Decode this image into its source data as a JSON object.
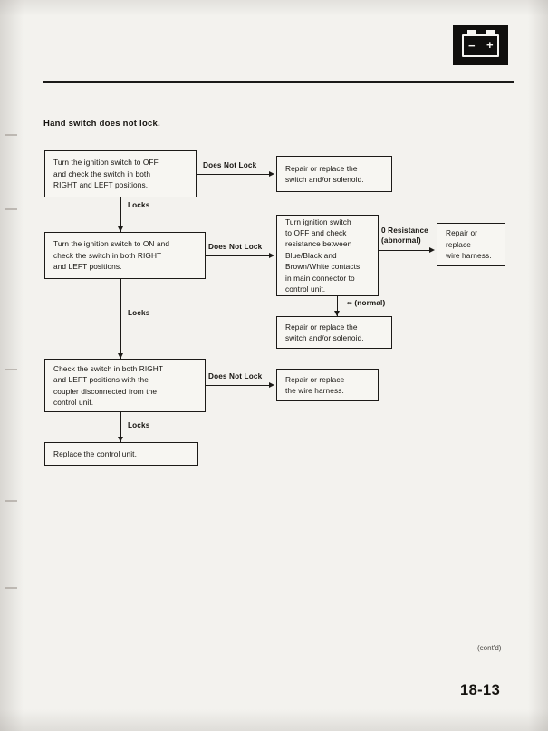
{
  "header": {
    "badge_icon": "battery-icon",
    "badge_negative": "−",
    "badge_positive": "+"
  },
  "chart_data": {
    "type": "diagram",
    "title": "Hand switch does not lock.",
    "nodes": [
      {
        "id": "step1",
        "text": "Turn the ignition switch to OFF\nand check the switch in both\nRIGHT and LEFT positions."
      },
      {
        "id": "out1",
        "text": "Repair or replace the\nswitch and/or solenoid."
      },
      {
        "id": "step2",
        "text": "Turn the ignition switch to ON and\ncheck the switch in both RIGHT\nand LEFT positions."
      },
      {
        "id": "resistance",
        "text": "Turn ignition switch\nto OFF and check\nresistance between\nBlue/Black and\nBrown/White contacts\nin main connector to\ncontrol unit."
      },
      {
        "id": "out2",
        "text": "Repair or\nreplace\nwire harness."
      },
      {
        "id": "out3",
        "text": "Repair or replace the\nswitch and/or solenoid."
      },
      {
        "id": "step3",
        "text": "Check the switch in both RIGHT\nand LEFT positions with the\ncoupler disconnected from the\ncontrol unit."
      },
      {
        "id": "out4",
        "text": "Repair or replace\nthe wire harness."
      },
      {
        "id": "final",
        "text": "Replace the control unit."
      }
    ],
    "edges": [
      {
        "id": "e1",
        "from": "step1",
        "to": "out1",
        "label": "Does Not Lock"
      },
      {
        "id": "e2",
        "from": "step1",
        "to": "step2",
        "label": "Locks"
      },
      {
        "id": "e3",
        "from": "step2",
        "to": "resistance",
        "label": "Does Not Lock"
      },
      {
        "id": "e4",
        "from": "resistance",
        "to": "out2",
        "label": "0 Resistance\n(abnormal)"
      },
      {
        "id": "e5",
        "from": "resistance",
        "to": "out3",
        "label": "∞ (normal)"
      },
      {
        "id": "e6",
        "from": "step2",
        "to": "step3",
        "label": "Locks"
      },
      {
        "id": "e7",
        "from": "step3",
        "to": "out4",
        "label": "Does Not Lock"
      },
      {
        "id": "e8",
        "from": "step3",
        "to": "final",
        "label": "Locks"
      }
    ]
  },
  "footer": {
    "continued": "(cont'd)",
    "page_number": "18-13"
  }
}
